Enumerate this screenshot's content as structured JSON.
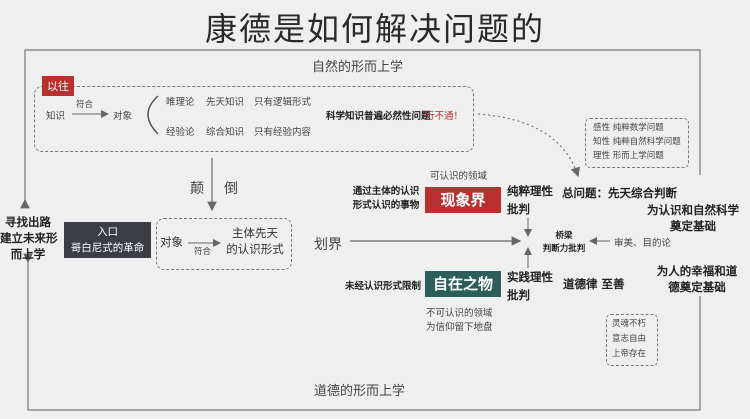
{
  "title": "康德是如何解决问题的",
  "top_label": "自然的形而上学",
  "bottom_label": "道德的形而上学",
  "past_tag": "以往",
  "past_row": {
    "knowledge": "知识",
    "conform": "符合",
    "object": "对象",
    "rationalism": "唯理论",
    "a_priori_knowledge": "先天知识",
    "logical_form_only": "只有逻辑形式",
    "empiricism": "经验论",
    "synthetic_knowledge": "综合知识",
    "empirical_content_only": "只有经验内容",
    "problem": "科学知识普遍必然性问题",
    "fail": "行不通！"
  },
  "question_box": [
    "感性  纯粹数学问题",
    "知性  纯粹自然科学问题",
    "理性  形而上学问题"
  ],
  "overturn": [
    "颠",
    "倒"
  ],
  "entry": {
    "line1": "入口",
    "line2": "哥白尼式的革命"
  },
  "find_way": [
    "寻找出路",
    "建立未来形",
    "而上学"
  ],
  "middle": {
    "object": "对象",
    "conform": "符合",
    "subject": [
      "主体先天",
      "的认识形式"
    ],
    "demarcation": "划界"
  },
  "phenomena": {
    "knowable": "可认识的领域",
    "via": [
      "通过主体的认识",
      "形式认识的事物"
    ],
    "name": "现象界",
    "critique": [
      "纯粹理性",
      "批判"
    ]
  },
  "noumena": {
    "unlimited": "未经认识形式限制",
    "name": "自在之物",
    "critique": [
      "实践理性",
      "批判"
    ],
    "unknowable": [
      "不可认识的领域",
      "为信仰留下地盘"
    ]
  },
  "question_main": "总问题：先天综合判断",
  "basis_science": [
    "为认识和自然科学",
    "奠定基础"
  ],
  "bridge": [
    "桥梁",
    "判断力批判"
  ],
  "aesthetics": "审美、目的论",
  "moral_law": "道德律 至善",
  "basis_happiness": [
    "为人的幸福和道",
    "德奠定基础"
  ],
  "postulates": [
    "灵魂不朽",
    "意志自由",
    "上帝存在"
  ]
}
